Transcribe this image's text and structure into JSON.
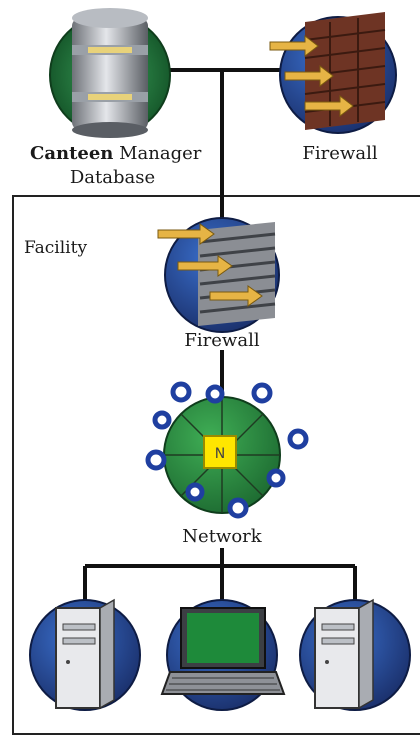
{
  "labels": {
    "db_line1": "Canteen",
    "db_line1b": " Manager",
    "db_line2": "Database",
    "firewall_top": "Firewall",
    "facility": "Facility",
    "firewall_mid": "Firewall",
    "network": "Network"
  },
  "colors": {
    "navy": "#1c2f63",
    "blue": "#2a52a8",
    "green": "#2e8b3d",
    "brick": "#7a3e2a",
    "arrow": "#e6b445",
    "yellow": "#ffe600",
    "gray": "#8a8f96"
  },
  "icons": [
    "database-icon",
    "firewall-icon",
    "firewall-icon",
    "network-hub-icon",
    "desktop-computer-icon",
    "laptop-computer-icon",
    "desktop-computer-icon"
  ]
}
